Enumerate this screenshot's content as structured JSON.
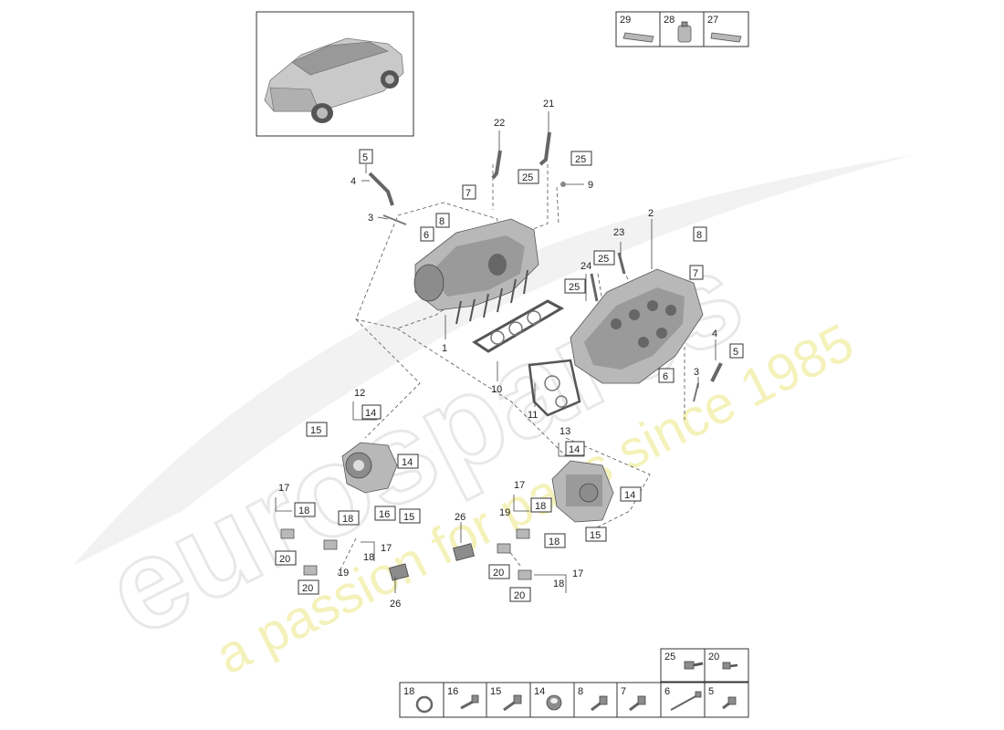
{
  "watermark": {
    "brand": "eurospares",
    "slogan": "a passion for parts since 1985"
  },
  "car_thumbnail": {
    "icon": "car-icon"
  },
  "consumables_table": [
    "29",
    "28",
    "27"
  ],
  "callouts": {
    "c1": "1",
    "c2": "2",
    "c3a": "3",
    "c3b": "3",
    "c4a": "4",
    "c4b": "4",
    "c5a": "5",
    "c5b": "5",
    "c6a": "6",
    "c6b": "6",
    "c7a": "7",
    "c7b": "7",
    "c8a": "8",
    "c8b": "8",
    "c9": "9",
    "c10": "10",
    "c11": "11",
    "c12": "12",
    "c13": "13",
    "c14a": "14",
    "c14b": "14",
    "c14c": "14",
    "c14d": "14",
    "c15a": "15",
    "c15b": "15",
    "c15c": "15",
    "c16": "16",
    "c17a": "17",
    "c17b": "17",
    "c17c": "17",
    "c17d": "17",
    "c18a": "18",
    "c18b": "18",
    "c18c": "18",
    "c18d": "18",
    "c18e": "18",
    "c18f": "18",
    "c19a": "19",
    "c19b": "19",
    "c20a": "20",
    "c20b": "20",
    "c20c": "20",
    "c20d": "20",
    "c21": "21",
    "c22": "22",
    "c23": "23",
    "c24": "24",
    "c25a": "25",
    "c25b": "25",
    "c25c": "25",
    "c25d": "25",
    "c26a": "26",
    "c26b": "26"
  },
  "hardware_top_row": [
    "25",
    "20"
  ],
  "hardware_bottom_row": [
    "18",
    "16",
    "15",
    "14",
    "8",
    "7",
    "6",
    "5"
  ]
}
